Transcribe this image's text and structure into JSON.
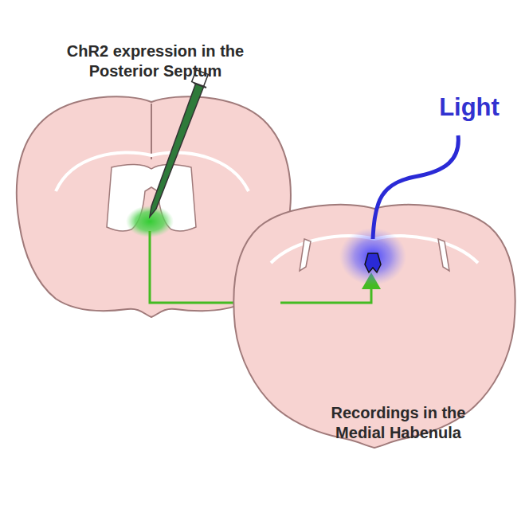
{
  "diagram": {
    "labels": [
      "ChR2 expression in the Posterior Septum",
      "Light",
      "Recordings in the Medial Habenula"
    ]
  }
}
